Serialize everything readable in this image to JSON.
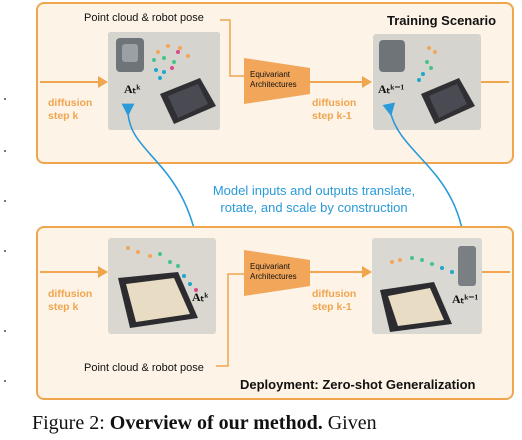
{
  "training": {
    "title": "Training Scenario",
    "input_label": "Point cloud & robot pose",
    "diffusion_in": [
      "diffusion",
      "step k"
    ],
    "model": [
      "Equivariant",
      "Architectures"
    ],
    "diffusion_out": [
      "diffusion",
      "step k-1"
    ],
    "math_in": "Aₜᵏ",
    "math_out": "Aₜᵏ⁻¹"
  },
  "annotation": [
    "Model inputs and outputs translate,",
    "rotate, and scale by construction"
  ],
  "deployment": {
    "title": "Deployment: Zero-shot Generalization",
    "input_label": "Point cloud & robot pose",
    "diffusion_in": [
      "diffusion",
      "step k"
    ],
    "model": [
      "Equivariant",
      "Architectures"
    ],
    "diffusion_out": [
      "diffusion",
      "step k-1"
    ],
    "math_in": "Aₜᵏ",
    "math_out": "Aₜᵏ⁻¹"
  },
  "caption": {
    "prefix": "Figure 2: ",
    "bold": "Overview of our method.",
    "suffix": " Given"
  },
  "colors": {
    "orange": "#f0a54f",
    "blue": "#2a9ad8",
    "panel_bg": "#fdf3e6"
  }
}
